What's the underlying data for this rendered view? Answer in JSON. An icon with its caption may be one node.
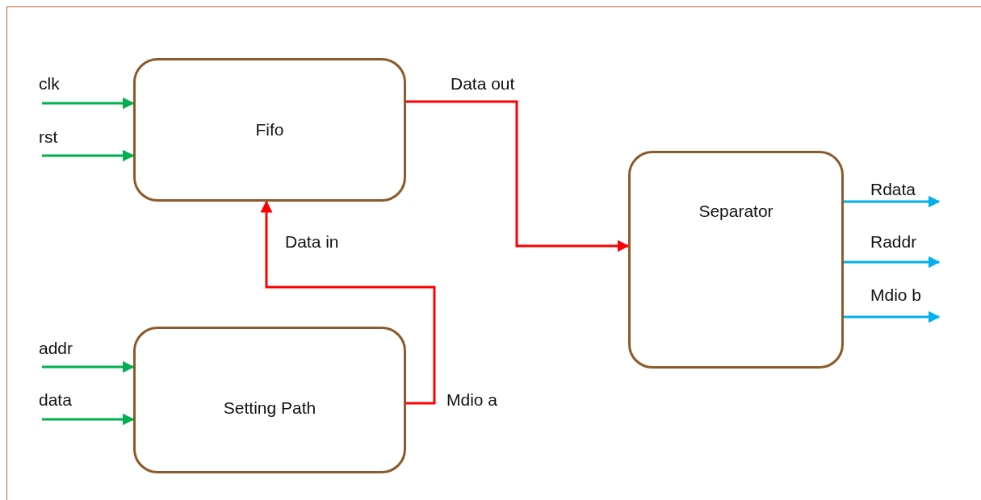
{
  "diagram": {
    "nodes": [
      {
        "text": [
          "Fifo"
        ]
      },
      {
        "text": [
          "Setting Path"
        ],
        "beside": [
          "Mdio a"
        ]
      },
      {
        "text": [
          "Separator"
        ]
      }
    ],
    "edges": [
      {
        "from": null,
        "to": 0,
        "arrow": "to",
        "label": "clk",
        "color": "#00b050"
      },
      {
        "from": null,
        "to": 0,
        "arrow": "to",
        "label": "rst",
        "color": "#00b050"
      },
      {
        "from": null,
        "to": 1,
        "arrow": "to",
        "label": "addr",
        "color": "#00b050"
      },
      {
        "from": null,
        "to": 1,
        "arrow": "to",
        "label": "data",
        "color": "#00b050"
      },
      {
        "from": 0,
        "to": 2,
        "arrow": "to",
        "label": "Data out",
        "color": "#ff0000"
      },
      {
        "from": 1,
        "to": 0,
        "arrow": "to",
        "label": "Data in",
        "color": "#ff0000"
      },
      {
        "from": 2,
        "to": null,
        "arrow": "to",
        "label": "Rdata",
        "color": "#00b0f0"
      },
      {
        "from": 2,
        "to": null,
        "arrow": "to",
        "label": "Raddr",
        "color": "#00b0f0"
      },
      {
        "from": 2,
        "to": null,
        "arrow": "to",
        "label": "Mdio b",
        "color": "#00b0f0"
      }
    ]
  }
}
